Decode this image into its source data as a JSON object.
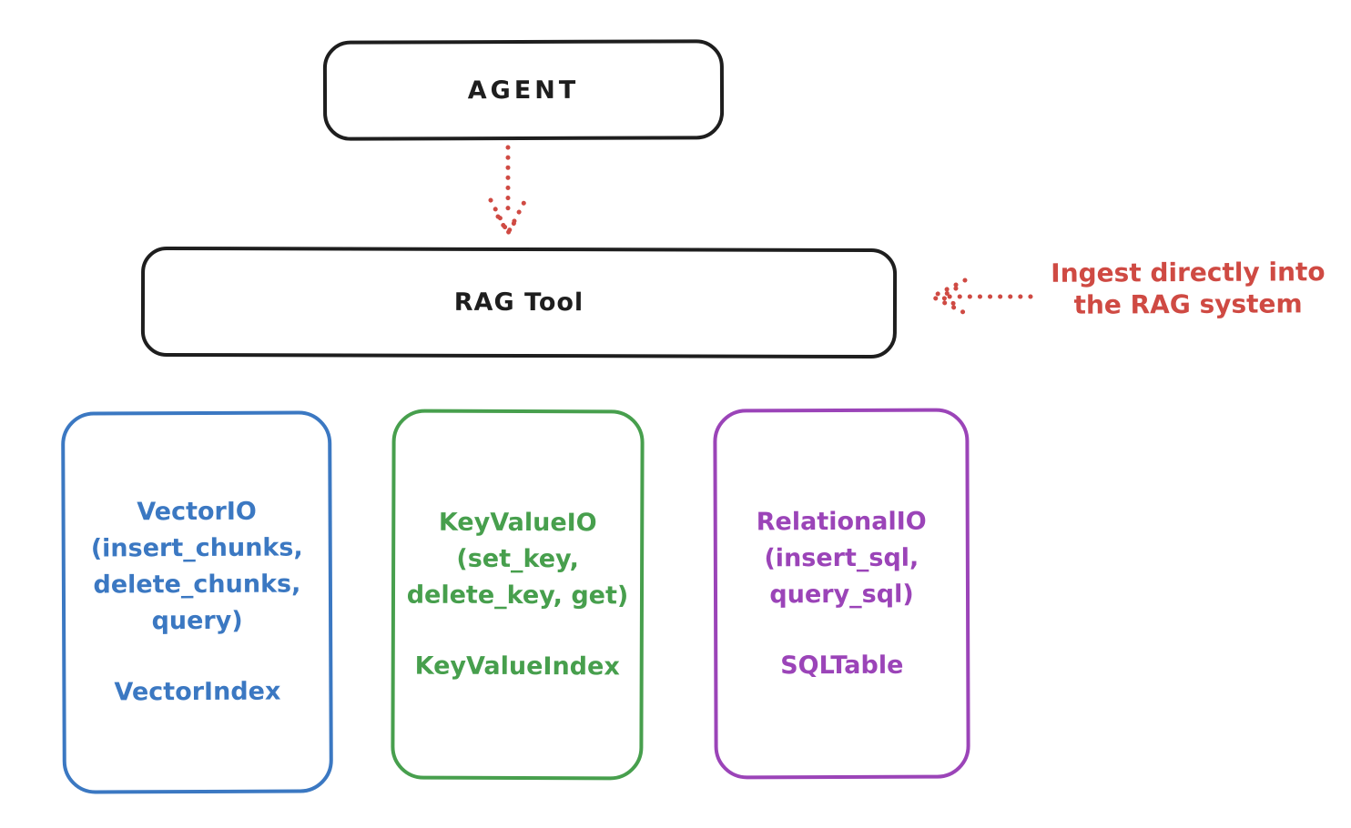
{
  "nodes": {
    "agent": {
      "label": "AGENT"
    },
    "rag_tool": {
      "label": "RAG Tool"
    },
    "vector_io": {
      "lines": [
        "VectorIO",
        "(insert_chunks,",
        "delete_chunks,",
        "query)"
      ],
      "index_label": "VectorIndex"
    },
    "key_value_io": {
      "lines": [
        "KeyValueIO",
        "(set_key,",
        "delete_key, get)"
      ],
      "index_label": "KeyValueIndex"
    },
    "relational_io": {
      "lines": [
        "RelationalIO",
        "(insert_sql,",
        "query_sql)"
      ],
      "index_label": "SQLTable"
    }
  },
  "annotation": {
    "lines": [
      "Ingest directly into",
      "the RAG system"
    ]
  },
  "colors": {
    "ink": "#1e1e1e",
    "red": "#cf4a43",
    "blue": "#3b78c2",
    "green": "#479f4d",
    "purple": "#9b44b8",
    "background": "#ffffff"
  }
}
